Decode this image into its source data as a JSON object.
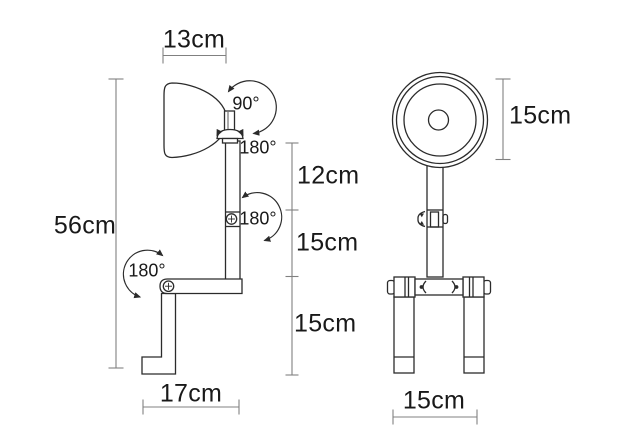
{
  "diagram": {
    "description": "Dimension drawing of an adjustable articulated lamp, side view and front view",
    "background_color": "#ffffff",
    "line_color": "#2b2b2b",
    "dimension_line_color": "#808080",
    "side_view": {
      "dimensions": {
        "shade_width": "13cm",
        "total_height": "56cm",
        "upper_arm_length": "12cm",
        "middle_arm_length": "15cm",
        "lower_leg_length": "15cm",
        "base_depth": "17cm"
      },
      "rotation_angles": {
        "shade_tilt": "90°",
        "neck_swivel": "180°",
        "elbow_joint": "180°",
        "base_joint": "180°"
      }
    },
    "front_view": {
      "dimensions": {
        "shade_height": "15cm",
        "base_width": "15cm"
      }
    }
  }
}
